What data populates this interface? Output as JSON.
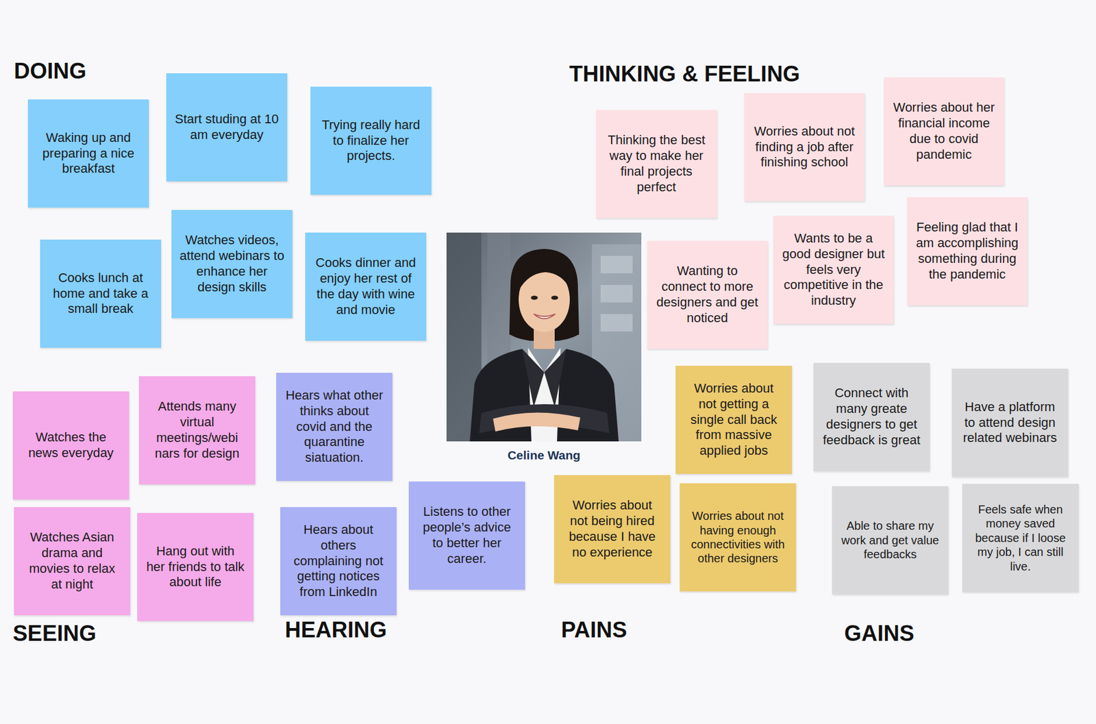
{
  "diagram": {
    "nodes": [
      {
        "text": [
          "Waking up and preparing a nice breakfast"
        ]
      },
      {
        "text": [
          "Start studing at 10 am everyday"
        ]
      },
      {
        "text": [
          "Trying really hard to finalize her projects."
        ]
      },
      {
        "text": [
          "Cooks lunch at home and take a small break"
        ]
      },
      {
        "text": [
          "Watches videos, attend webinars to enhance her design skills"
        ]
      },
      {
        "text": [
          "Cooks dinner and enjoy her rest of the day with wine and movie"
        ]
      },
      {
        "text": [
          "Thinking the best way to make her final projects perfect"
        ]
      },
      {
        "text": [
          "Worries about not finding a job after finishing school"
        ]
      },
      {
        "text": [
          "Worries about her financial income due to covid pandemic"
        ]
      },
      {
        "text": [
          "Wanting to connect to more designers and get noticed"
        ]
      },
      {
        "text": [
          "Wants to be a good designer but feels very competitive in the industry"
        ]
      },
      {
        "text": [
          "Feeling glad that I am accomplishing something during the pandemic"
        ]
      },
      {
        "text": [
          "Watches the news everyday"
        ]
      },
      {
        "text": [
          "Attends many virtual meetings/webi nars for design"
        ]
      },
      {
        "text": [
          "Watches Asian drama and movies to relax at night"
        ]
      },
      {
        "text": [
          "Hang out with her friends to talk about life"
        ]
      },
      {
        "text": [
          "Hears what other thinks about covid and the quarantine siatuation."
        ]
      },
      {
        "text": [
          "Hears about others complaining not getting notices from LinkedIn"
        ]
      },
      {
        "text": [
          "Listens to other people’s advice to better her career."
        ]
      },
      {
        "text": [
          "Worries about not getting a single call back from massive applied jobs"
        ]
      },
      {
        "text": [
          "Worries about not being hired because I have no experience"
        ]
      },
      {
        "text": [
          "Worries about not having enough connectivities with other designers"
        ]
      },
      {
        "text": [
          "Connect with many greate designers to get feedback is great"
        ]
      },
      {
        "text": [
          "Have a platform to attend design related webinars"
        ]
      },
      {
        "text": [
          "Able to share my work and get value feedbacks"
        ]
      },
      {
        "text": [
          "Feels safe when money saved because if I loose my job, I can still live."
        ]
      }
    ],
    "labels": [
      "DOING",
      "THINKING & FEELING",
      "Celine Wang",
      "SEEING",
      "HEARING",
      "PAINS",
      "GAINS"
    ]
  }
}
